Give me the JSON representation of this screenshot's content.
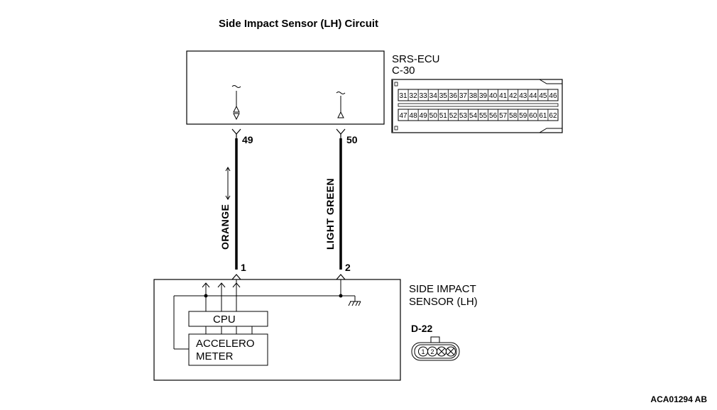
{
  "title": "Side Impact Sensor (LH) Circuit",
  "ecu": {
    "name": "SRS-ECU",
    "connector": "C-30"
  },
  "connector_c30": {
    "top_row": [
      "31",
      "32",
      "33",
      "34",
      "35",
      "36",
      "37",
      "38",
      "39",
      "40",
      "41",
      "42",
      "43",
      "44",
      "45",
      "46"
    ],
    "bottom_row": [
      "47",
      "48",
      "49",
      "50",
      "51",
      "52",
      "53",
      "54",
      "55",
      "56",
      "57",
      "58",
      "59",
      "60",
      "61",
      "62"
    ]
  },
  "wires": [
    {
      "ecu_pin": "49",
      "sensor_pin": "1",
      "color": "ORANGE"
    },
    {
      "ecu_pin": "50",
      "sensor_pin": "2",
      "color": "LIGHT GREEN"
    }
  ],
  "sensor": {
    "name_line1": "SIDE IMPACT",
    "name_line2": "SENSOR (LH)",
    "connector": "D-22"
  },
  "cpu_label": "CPU",
  "accel_line1": "ACCELERO",
  "accel_line2": "METER",
  "connector_d22_pins": [
    "1",
    "2"
  ],
  "footer_code": "ACA01294 AB"
}
